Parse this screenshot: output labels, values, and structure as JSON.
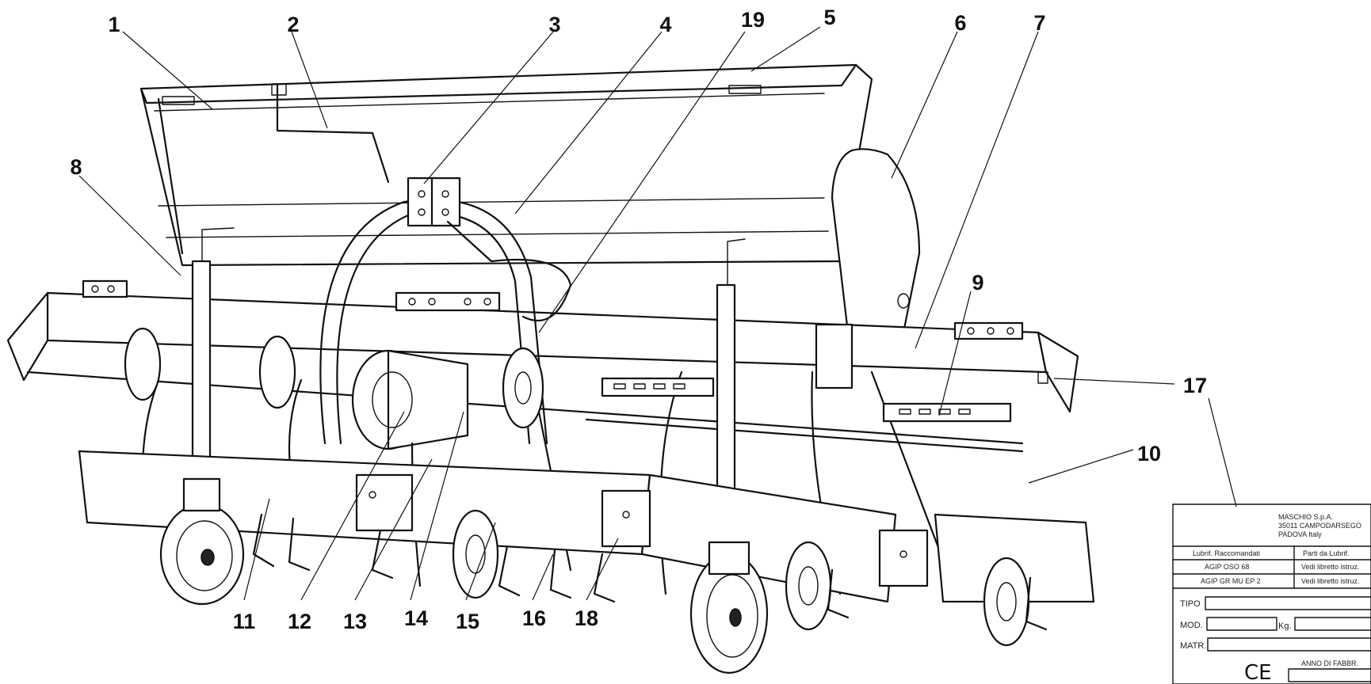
{
  "callouts": [
    "1",
    "2",
    "3",
    "4",
    "19",
    "5",
    "6",
    "7",
    "8",
    "9",
    "17",
    "10",
    "11",
    "12",
    "13",
    "14",
    "15",
    "16",
    "18"
  ],
  "plate": {
    "maker_line1": "MASCHIO S.p.A.",
    "maker_line2": "35011 CAMPODARSEGO",
    "maker_line3": "PADOVA Italy",
    "col_left_header": "Lubrif. Raccomandati",
    "col_right_header": "Parti da Lubrif.",
    "row1_left": "AGIP OSO 68",
    "row1_right": "Vedi libretto istruz.",
    "row2_left": "AGIP GR MU EP 2",
    "row2_right": "Vedi libretto istruz.",
    "tipo_label": "TIPO",
    "mod_label": "MOD.",
    "kg_label": "Kg.",
    "matr_label": "MATR.",
    "ce_mark": "CE",
    "anno_label": "ANNO DI FABBR."
  }
}
